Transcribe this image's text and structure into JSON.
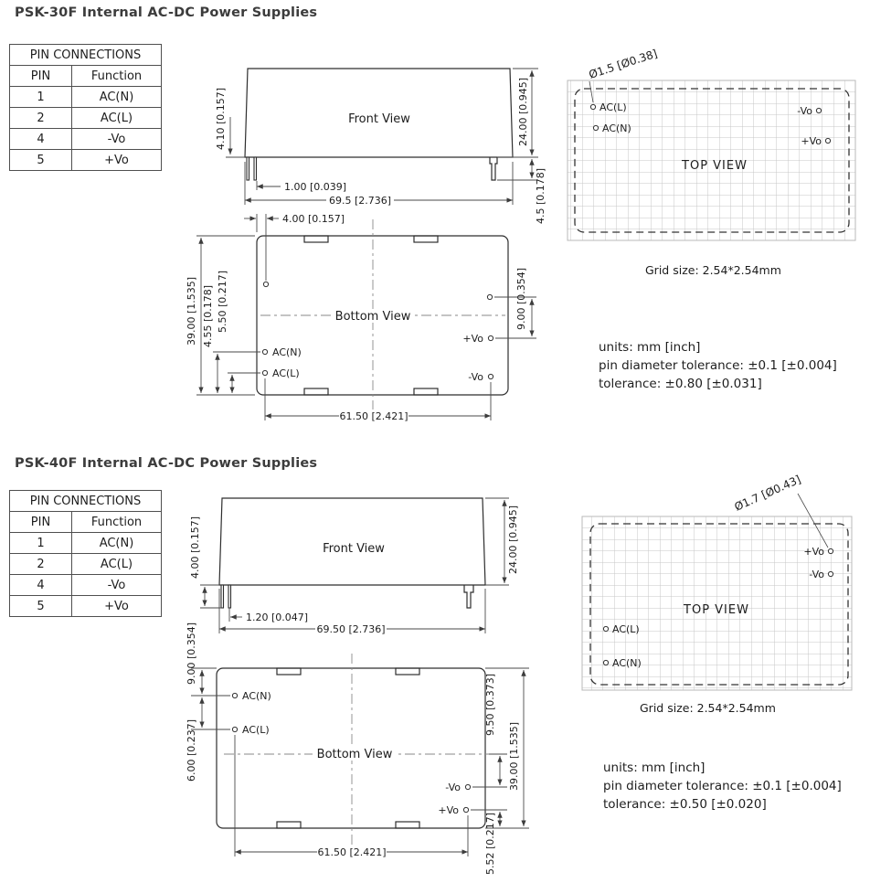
{
  "sections": [
    {
      "title": "PSK-30F Internal AC-DC Power Supplies",
      "pin_table": {
        "caption": "PIN CONNECTIONS",
        "col_pin": "PIN",
        "col_function": "Function",
        "rows": [
          {
            "pin": "1",
            "fn": "AC(N)"
          },
          {
            "pin": "2",
            "fn": "AC(L)"
          },
          {
            "pin": "4",
            "fn": "-Vo"
          },
          {
            "pin": "5",
            "fn": "+Vo"
          }
        ]
      },
      "front_view": {
        "label": "Front View",
        "dim_standoff": "4.10 [0.157]",
        "dim_height": "24.00 [0.945]",
        "dim_pin_offset": "1.00 [0.039]",
        "dim_width": "69.5 [2.736]",
        "dim_pin_length": "4.5 [0.178]"
      },
      "bottom_view": {
        "label": "Bottom View",
        "dim_pin_inset": "4.00 [0.157]",
        "dim_height": "39.00 [1.535]",
        "dim_acn": "4.55 [0.178]",
        "dim_acl": "5.50 [0.217]",
        "dim_vo": "9.00 [0.354]",
        "dim_pin_span": "61.50 [2.421]",
        "pin_acn": "AC(N)",
        "pin_acl": "AC(L)",
        "pin_pvo": "+Vo",
        "pin_nvo": "-Vo"
      },
      "top_view": {
        "label": "TOP VIEW",
        "pin_diameter": "Ø1.5 [Ø0.38]",
        "grid_note": "Grid size: 2.54*2.54mm",
        "pin_acl": "AC(L)",
        "pin_acn": "AC(N)",
        "pin_nvo": "-Vo",
        "pin_pvo": "+Vo"
      },
      "notes": {
        "units": "units: mm [inch]",
        "pin_tolerance": "pin diameter tolerance: ±0.1 [±0.004]",
        "tolerance": "tolerance: ±0.80 [±0.031]"
      }
    },
    {
      "title": "PSK-40F Internal AC-DC Power Supplies",
      "pin_table": {
        "caption": "PIN CONNECTIONS",
        "col_pin": "PIN",
        "col_function": "Function",
        "rows": [
          {
            "pin": "1",
            "fn": "AC(N)"
          },
          {
            "pin": "2",
            "fn": "AC(L)"
          },
          {
            "pin": "4",
            "fn": "-Vo"
          },
          {
            "pin": "5",
            "fn": "+Vo"
          }
        ]
      },
      "front_view": {
        "label": "Front View",
        "dim_standoff": "4.00 [0.157]",
        "dim_height": "24.00 [0.945]",
        "dim_pin_offset": "1.20 [0.047]",
        "dim_width": "69.50 [2.736]"
      },
      "bottom_view": {
        "label": "Bottom View",
        "dim_acn_top": "9.00 [0.354]",
        "dim_acn_acl": "6.00 [0.237]",
        "dim_nvo": "9.50 [0.373]",
        "dim_height": "39.00 [1.535]",
        "dim_pvo_bottom": "5.52 [0.217]",
        "dim_pin_span": "61.50 [2.421]",
        "pin_acn": "AC(N)",
        "pin_acl": "AC(L)",
        "pin_pvo": "+Vo",
        "pin_nvo": "-Vo"
      },
      "top_view": {
        "label": "TOP VIEW",
        "pin_diameter": "Ø1.7 [Ø0.43]",
        "grid_note": "Grid size: 2.54*2.54mm",
        "pin_acl": "AC(L)",
        "pin_acn": "AC(N)",
        "pin_nvo": "-Vo",
        "pin_pvo": "+Vo"
      },
      "notes": {
        "units": "units: mm [inch]",
        "pin_tolerance": "pin diameter tolerance: ±0.1 [±0.004]",
        "tolerance": "tolerance: ±0.50 [±0.020]"
      }
    }
  ]
}
